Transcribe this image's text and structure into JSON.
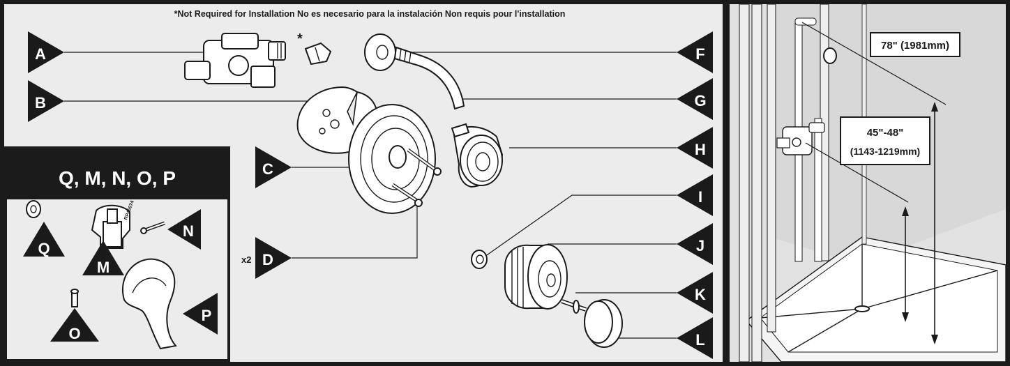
{
  "header_note": "*Not Required for Installation   No es necesario para la instalación   Non requis pour l'installation",
  "callouts": {
    "A": "A",
    "B": "B",
    "C": "C",
    "D": "D",
    "F": "F",
    "G": "G",
    "H": "H",
    "I": "I",
    "J": "J",
    "K": "K",
    "L": "L",
    "M": "M",
    "N": "N",
    "O": "O",
    "P": "P",
    "Q": "Q"
  },
  "d_multiplier": "x2",
  "asterisk": "*",
  "kit_box": {
    "title": "Q, M, N, O, P"
  },
  "cartridge_code": "RP46074",
  "measurements": {
    "height_showerhead": "78\" (1981mm)",
    "height_valve_line1": "45\"-48\"",
    "height_valve_line2": "(1143-1219mm)"
  },
  "colors": {
    "frame": "#1b1b1b",
    "panel": "#ececec",
    "ink": "#1a1a1a",
    "label_fill": "#ffffff"
  }
}
